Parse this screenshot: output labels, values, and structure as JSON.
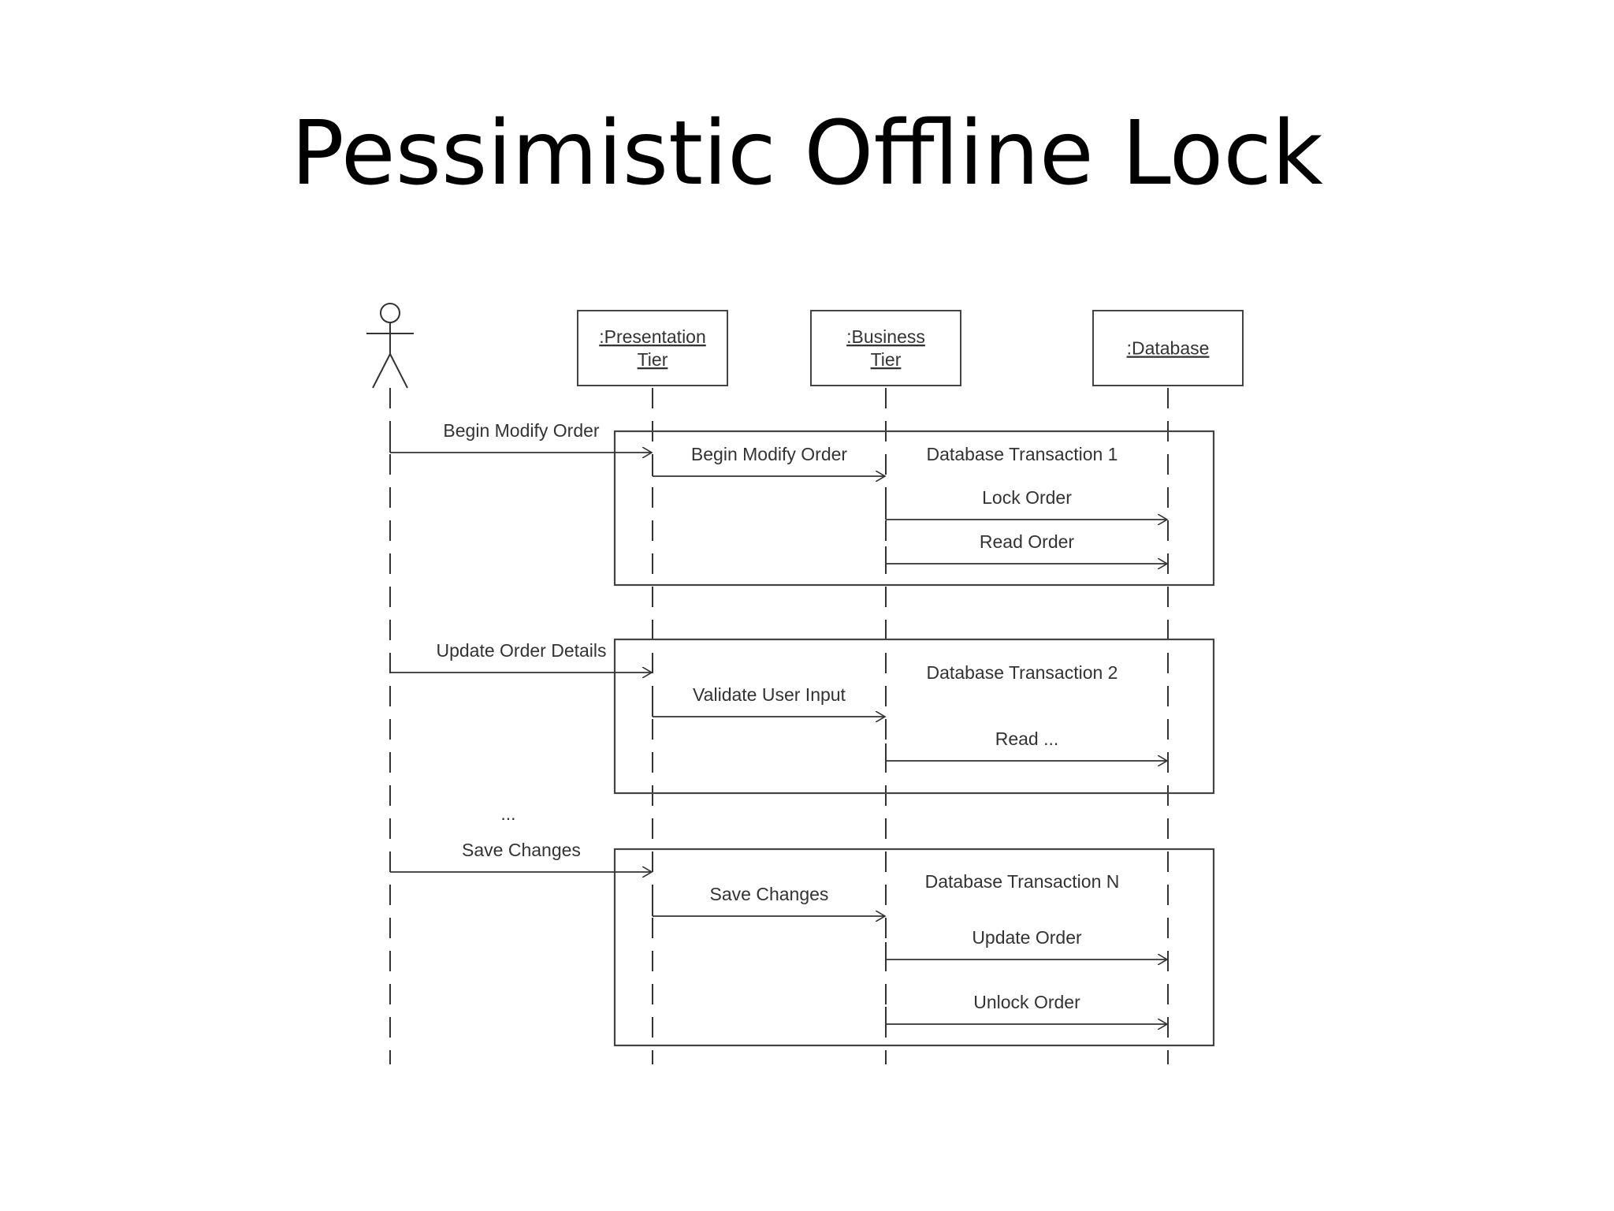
{
  "title": "Pessimistic Offline Lock",
  "participants": [
    {
      "id": "actor",
      "lines": []
    },
    {
      "id": "presentation",
      "lines": [
        ":Presentation",
        "Tier"
      ]
    },
    {
      "id": "business",
      "lines": [
        ":Business",
        "Tier"
      ]
    },
    {
      "id": "database",
      "lines": [
        ":Database"
      ]
    }
  ],
  "fragments": [
    {
      "label": "Database Transaction 1"
    },
    {
      "label": "Database Transaction 2"
    },
    {
      "label": "Database Transaction N"
    }
  ],
  "messages": [
    {
      "from": "actor",
      "to": "presentation",
      "label": "Begin Modify Order"
    },
    {
      "from": "presentation",
      "to": "business",
      "label": "Begin Modify Order"
    },
    {
      "from": "business",
      "to": "database",
      "label": "Lock Order"
    },
    {
      "from": "business",
      "to": "database",
      "label": "Read Order"
    },
    {
      "from": "actor",
      "to": "presentation",
      "label": "Update Order Details"
    },
    {
      "from": "presentation",
      "to": "business",
      "label": "Validate User Input"
    },
    {
      "from": "business",
      "to": "database",
      "label": "Read ..."
    },
    {
      "from": "actor",
      "to": "presentation",
      "label": "Save Changes"
    },
    {
      "from": "presentation",
      "to": "business",
      "label": "Save Changes"
    },
    {
      "from": "business",
      "to": "database",
      "label": "Update Order"
    },
    {
      "from": "business",
      "to": "database",
      "label": "Unlock Order"
    }
  ],
  "ellipsis": "...",
  "colors": {
    "line": "#333333",
    "text": "#333333",
    "box_border": "#444444",
    "background": "#ffffff"
  }
}
